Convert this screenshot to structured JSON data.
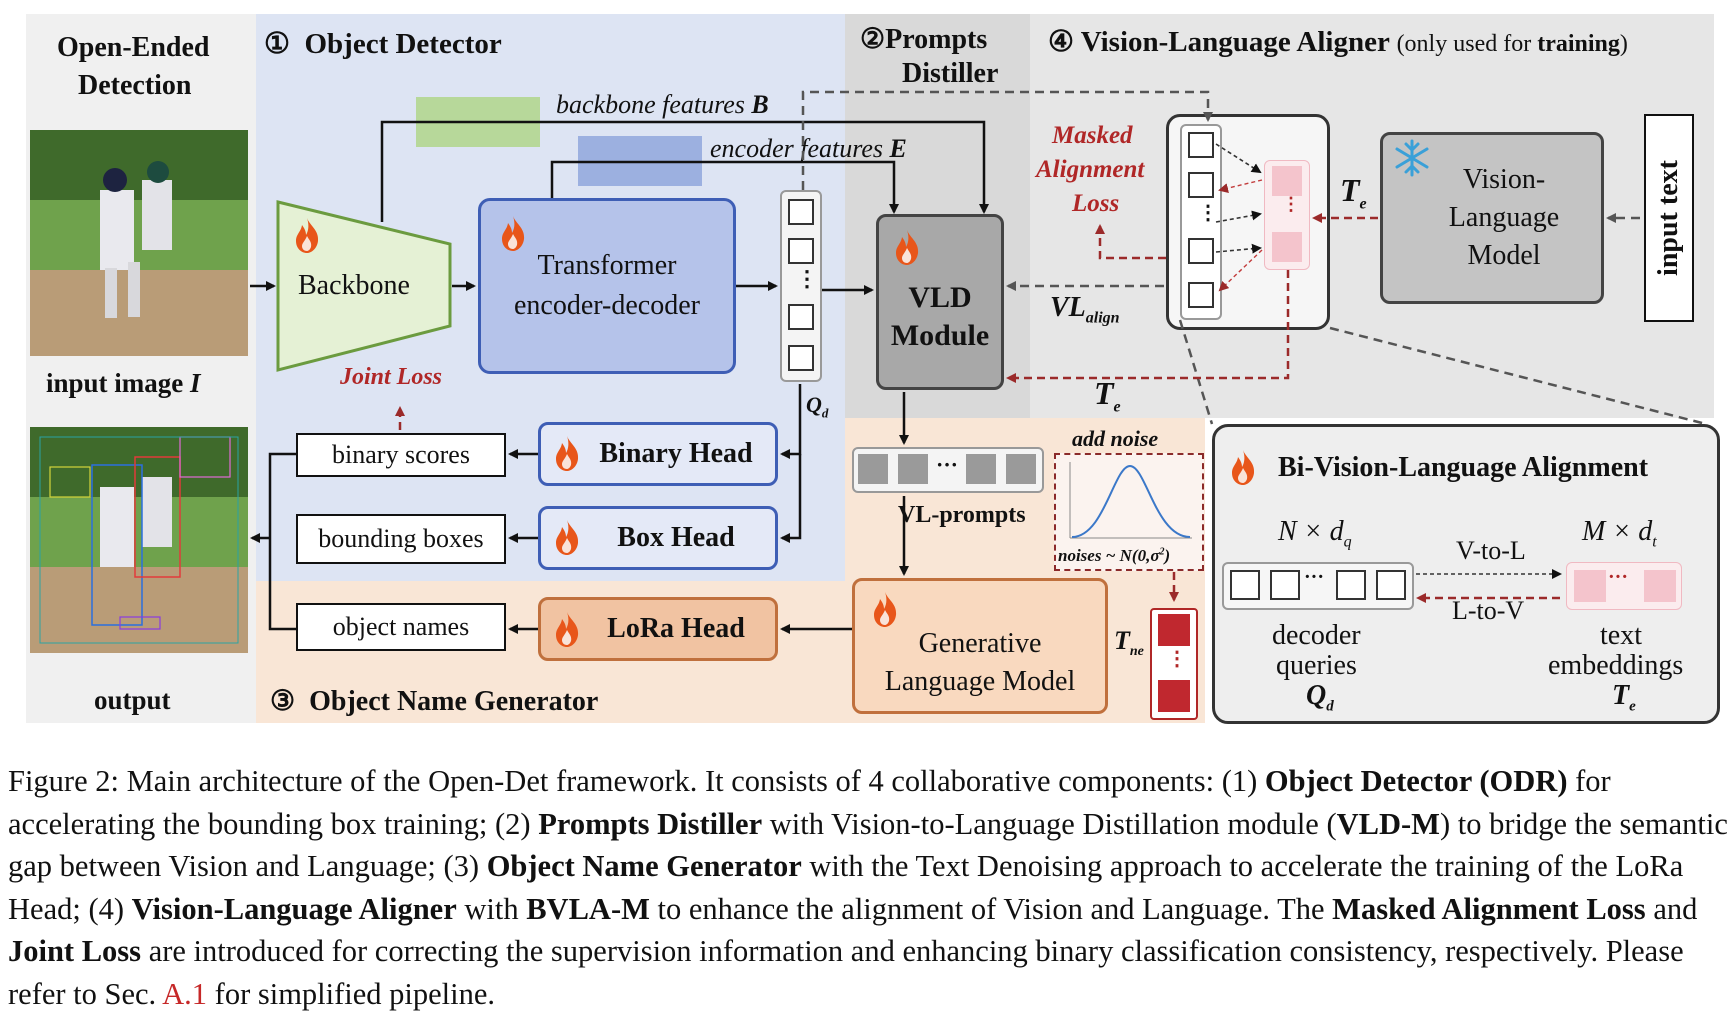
{
  "left": {
    "title_line1": "Open-Ended",
    "title_line2": "Detection",
    "input_label": "input image",
    "input_symbol": "I",
    "output_label": "output"
  },
  "detector": {
    "title_num": "①",
    "title": "Object Detector",
    "backbone": "Backbone",
    "transformer_line1": "Transformer",
    "transformer_line2": "encoder-decoder",
    "backbone_features": "backbone features",
    "backbone_features_sym": "B",
    "encoder_features": "encoder features",
    "encoder_features_sym": "E",
    "query_sym": "Q",
    "query_sub": "d",
    "joint_loss": "Joint Loss",
    "binary_scores": "binary scores",
    "bounding_boxes": "bounding boxes",
    "binary_head": "Binary Head",
    "box_head": "Box Head"
  },
  "distiller": {
    "title_num": "②",
    "title_line1": "Prompts",
    "title_line2": "Distiller",
    "vld_line1": "VLD",
    "vld_line2": "Module",
    "vl_prompts": "VL-prompts",
    "vl_align": "VL",
    "vl_align_sub": "align",
    "te": "T",
    "te_sub": "e"
  },
  "generator": {
    "title_num": "③",
    "title": "Object Name Generator",
    "object_names": "object names",
    "lora_head": "LoRa Head",
    "glm_line1": "Generative",
    "glm_line2": "Language Model",
    "add_noise": "add noise",
    "noises": "noises ~ N(0,",
    "noises_sigma": "σ",
    "noises_sq": "2",
    "noises_end": ")",
    "tne": "T",
    "tne_sub": "ne"
  },
  "aligner": {
    "title_num": "④",
    "title": "Vision-Language Aligner",
    "note_pre": "(only used for ",
    "note_bold": "training",
    "note_post": ")",
    "masked_line1": "Masked",
    "masked_line2": "Alignment",
    "masked_line3": "Loss",
    "te": "T",
    "te_sub": "e",
    "vlm_line1": "Vision-",
    "vlm_line2": "Language",
    "vlm_line3": "Model",
    "input_text": "input text"
  },
  "bvla": {
    "title": "Bi-Vision-Language Alignment",
    "n_dq": "N × d",
    "n_dq_sub": "q",
    "m_dt": "M × d",
    "m_dt_sub": "t",
    "v_to_l": "V-to-L",
    "l_to_v": "L-to-V",
    "decoder_line1": "decoder",
    "decoder_line2": "queries",
    "q_sym": "Q",
    "q_sub": "d",
    "text_line1": "text",
    "text_line2": "embeddings",
    "t_sym": "T",
    "t_sub": "e"
  },
  "caption": {
    "s1": "Figure 2: Main architecture of the Open-Det framework. It consists of 4 collaborative components: (1) ",
    "b1": "Object Detector (ODR)",
    "s2": " for accelerating the bounding box training; (2) ",
    "b2": "Prompts Distiller",
    "s3": " with Vision-to-Language Distillation module (",
    "b3": "VLD-M",
    "s4": ") to bridge the semantic gap between Vision and Language; (3) ",
    "b4": "Object Name Generator",
    "s5": " with the Text Denoising approach to accelerate the training of the LoRa Head; (4) ",
    "b5": "Vision-Language Aligner",
    "s6": " with ",
    "b6": "BVLA-M",
    "s7": " to enhance the alignment of Vision and Language.  The ",
    "b7": "Masked Alignment Loss",
    "s8": " and ",
    "b8": "Joint Loss",
    "s9": " are introduced for correcting the supervision information and enhancing binary classification consistency, respectively. Please refer to Sec. ",
    "ref": "A.1",
    "s10": " for simplified pipeline."
  },
  "colors": {
    "detector_bg": "#dde4f3",
    "distiller_bg": "#d9d9d9",
    "aligner_bg": "#e6e6e6",
    "generator_bg": "#f9e6d6",
    "left_bg": "#f0f0f0",
    "backbone_fill": "#e5f1d5",
    "backbone_stroke": "#6b9b3f",
    "transformer_fill": "#b5c3ea",
    "head_stroke": "#3e5eb5",
    "vld_fill": "#a8a8a8",
    "lora_fill": "#f1c3a2",
    "lora_stroke": "#c0703d",
    "glm_fill": "#f9d9bf",
    "vlm_fill": "#c4c4c4",
    "loss_red": "#b02727",
    "pink": "#f4c4cc",
    "flame": "#e8561a"
  },
  "icons": [
    "flame-icon",
    "snowflake-icon",
    "gaussian-curve-icon",
    "photo-icon"
  ]
}
